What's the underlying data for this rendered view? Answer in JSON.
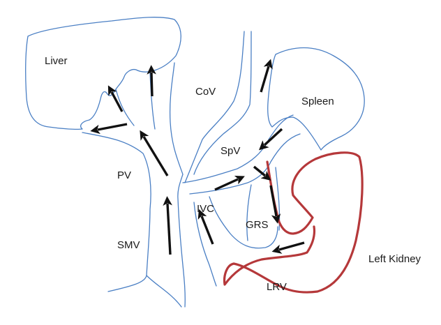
{
  "colors": {
    "vein": "#4a7fc4",
    "kidney": "#b5383a",
    "arrow": "#111111"
  },
  "labels": {
    "liver": "Liver",
    "cov": "CoV",
    "spleen": "Spleen",
    "spv": "SpV",
    "pv": "PV",
    "ivc": "IVC",
    "grs": "GRS",
    "smv": "SMV",
    "left_kidney": "Left Kidney",
    "lrv": "LRV"
  }
}
